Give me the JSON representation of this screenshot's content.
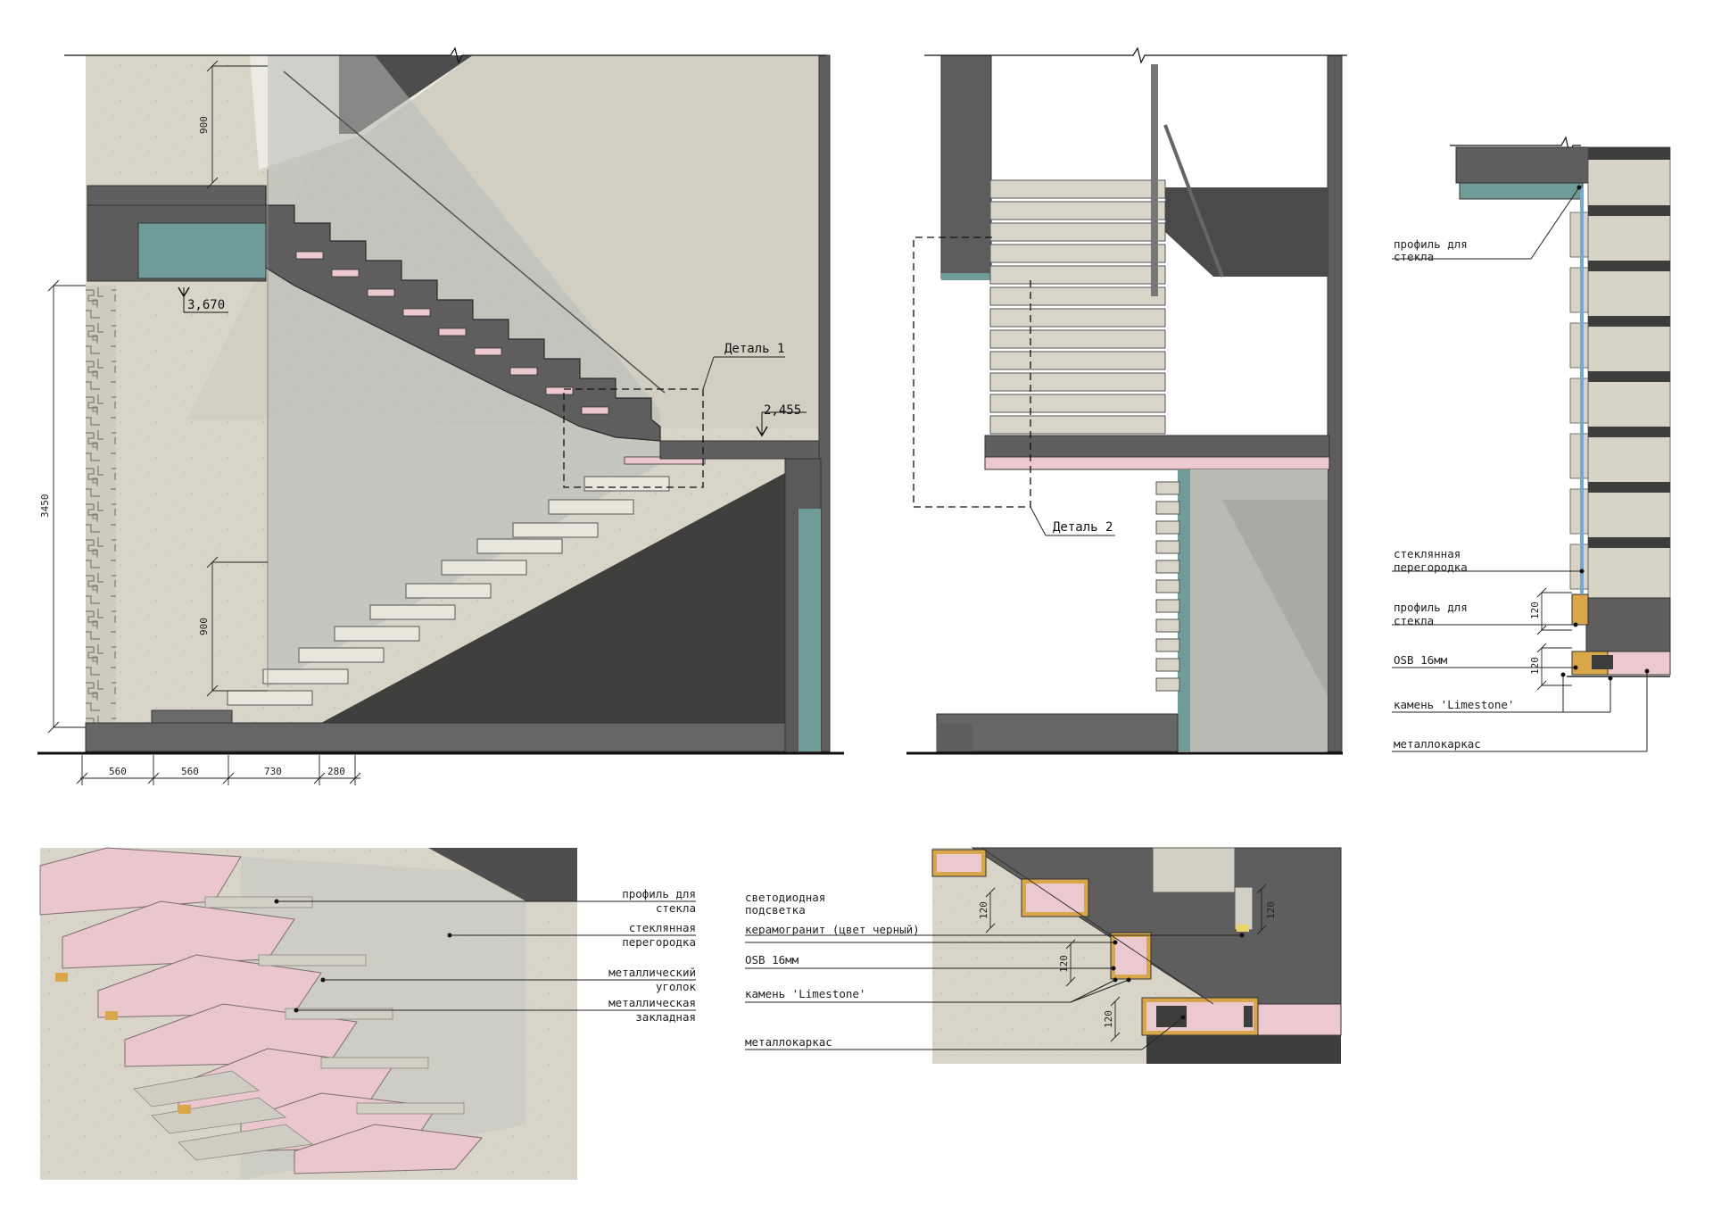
{
  "elevation_main": {
    "level_upper": "3,670",
    "level_mid": "2,455",
    "detail_1": "Деталь 1",
    "dim_height_total": "3450",
    "dim_rail_upper": "900",
    "dim_rail_lower": "900",
    "dims_bottom": [
      "560",
      "560",
      "730",
      "280"
    ]
  },
  "section_side": {
    "detail_2": "Деталь 2"
  },
  "detail_right": {
    "labels": [
      {
        "l1": "профиль для",
        "l2": "стекла"
      },
      {
        "l1": "стеклянная",
        "l2": "перегородка"
      },
      {
        "l1": "профиль для",
        "l2": "стекла"
      },
      {
        "l1": "OSB 16мм",
        "l2": ""
      },
      {
        "l1": "камень 'Limestone'",
        "l2": ""
      },
      {
        "l1": "металлокаркас",
        "l2": ""
      }
    ],
    "dims": [
      "120",
      "120"
    ]
  },
  "axonometric": {
    "labels": [
      {
        "l1": "профиль для",
        "l2": "стекла"
      },
      {
        "l1": "стеклянная",
        "l2": "перегородка"
      },
      {
        "l1": "металлический",
        "l2": "уголок"
      },
      {
        "l1": "металлическая",
        "l2": "закладная"
      }
    ]
  },
  "detail_bottom": {
    "labels": [
      {
        "l1": "светодиодная",
        "l2": "подсветка"
      },
      {
        "l1": "керамогранит (цвет черный)",
        "l2": ""
      },
      {
        "l1": "OSB 16мм",
        "l2": ""
      },
      {
        "l1": "камень 'Limestone'",
        "l2": ""
      },
      {
        "l1": "металлокаркас",
        "l2": ""
      }
    ],
    "dims": [
      "120",
      "120",
      "120",
      "120"
    ]
  },
  "colors": {
    "concrete": "#d6d3c6",
    "dark_steel": "#5e5e5e",
    "teal_glass": "#6f9c98",
    "insulation_pink": "#ecc9cf",
    "dark_floor": "#3d3d3b",
    "glass": "#b8bdb8",
    "osb": "#d9a64a"
  }
}
